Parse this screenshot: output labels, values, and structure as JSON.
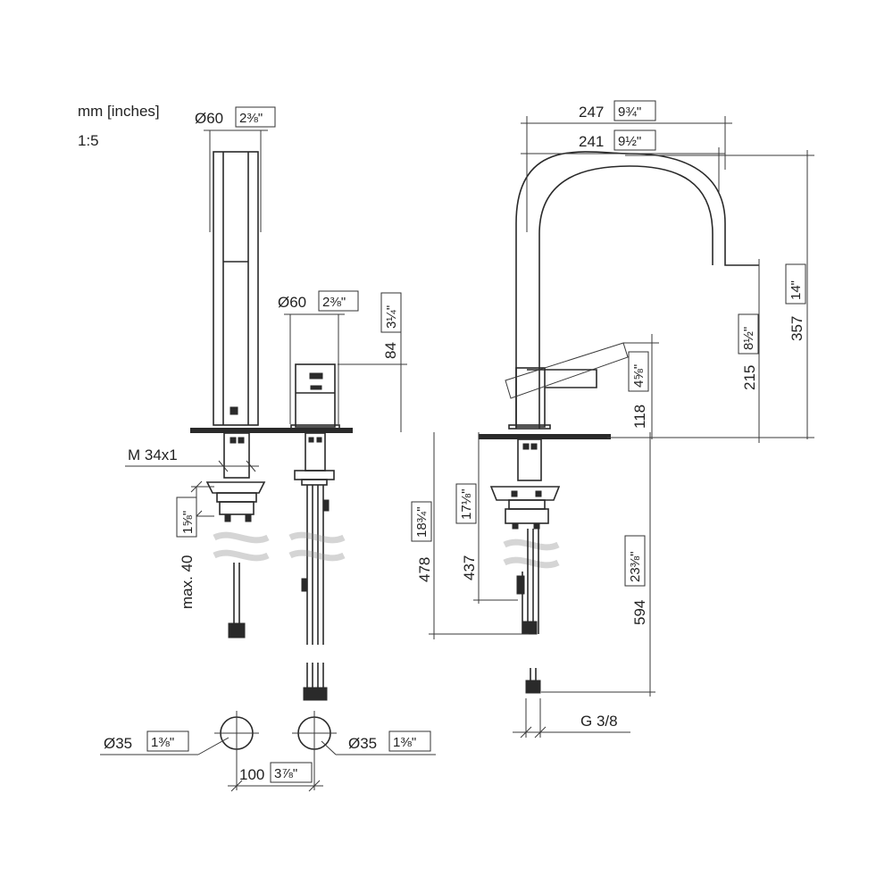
{
  "header": {
    "units": "mm [inches]",
    "scale": "1:5"
  },
  "hand_shower": {
    "diameter": "Ø60",
    "diameter_inch": "2⅜\"",
    "thread": "M 34x1",
    "max_thickness": "max. 40",
    "max_thickness_inch": "1⅝\""
  },
  "control": {
    "diameter": "Ø60",
    "diameter_inch": "2⅜\"",
    "height": "84",
    "height_inch": "3¼\""
  },
  "holes": {
    "left_diameter": "Ø35",
    "left_diameter_inch": "1⅜\"",
    "right_diameter": "Ø35",
    "right_diameter_inch": "1⅜\"",
    "spacing": "100",
    "spacing_inch": "3⅞\""
  },
  "spout": {
    "width_outer": "247",
    "width_outer_inch": "9¾\"",
    "width_inner": "241",
    "width_inner_inch": "9½\"",
    "total_height": "357",
    "total_height_inch": "14\"",
    "outlet_height": "215",
    "outlet_height_inch": "8½\"",
    "lever_height": "118",
    "lever_height_inch": "4⅝\"",
    "below_478": "478",
    "below_478_inch": "18¾\"",
    "below_437": "437",
    "below_437_inch": "17⅛\"",
    "below_594": "594",
    "below_594_inch": "23⅜\"",
    "connection": "G 3/8"
  }
}
